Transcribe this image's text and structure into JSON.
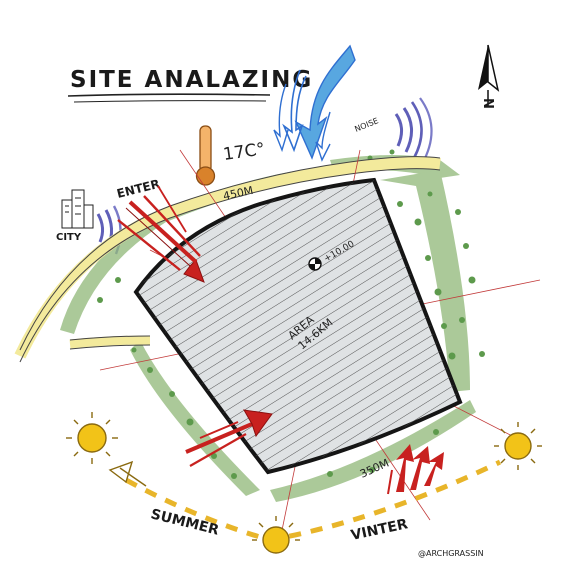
{
  "title": "SITE ANALAZING",
  "compass": {
    "north_label": "N"
  },
  "temperature": "17C°",
  "labels": {
    "enter": "ENTER",
    "city": "CITY",
    "top_road": "450M",
    "bottom_road": "350M",
    "area": "AREA",
    "area_value": "14.6KM",
    "benchmark": "+10.00",
    "summer": "SUMMER",
    "winter": "VINTER",
    "credit": "@ARCHGRASSIN",
    "noise": "NOISE"
  },
  "colors": {
    "site_outline": "#151515",
    "site_fill": "#dfe2e4",
    "road": "#f3ea9c",
    "greenery": "#8fb777",
    "tree": "#5d9a4c",
    "wind": "#2f6fd1",
    "wind_light": "#58a7e0",
    "sound": "#5f5fb8",
    "access_arrow": "#c8211f",
    "sun": "#f2c318",
    "sun_path": "#e8b52a",
    "thermometer": "#d9822b",
    "axis": "#c23a3a"
  }
}
